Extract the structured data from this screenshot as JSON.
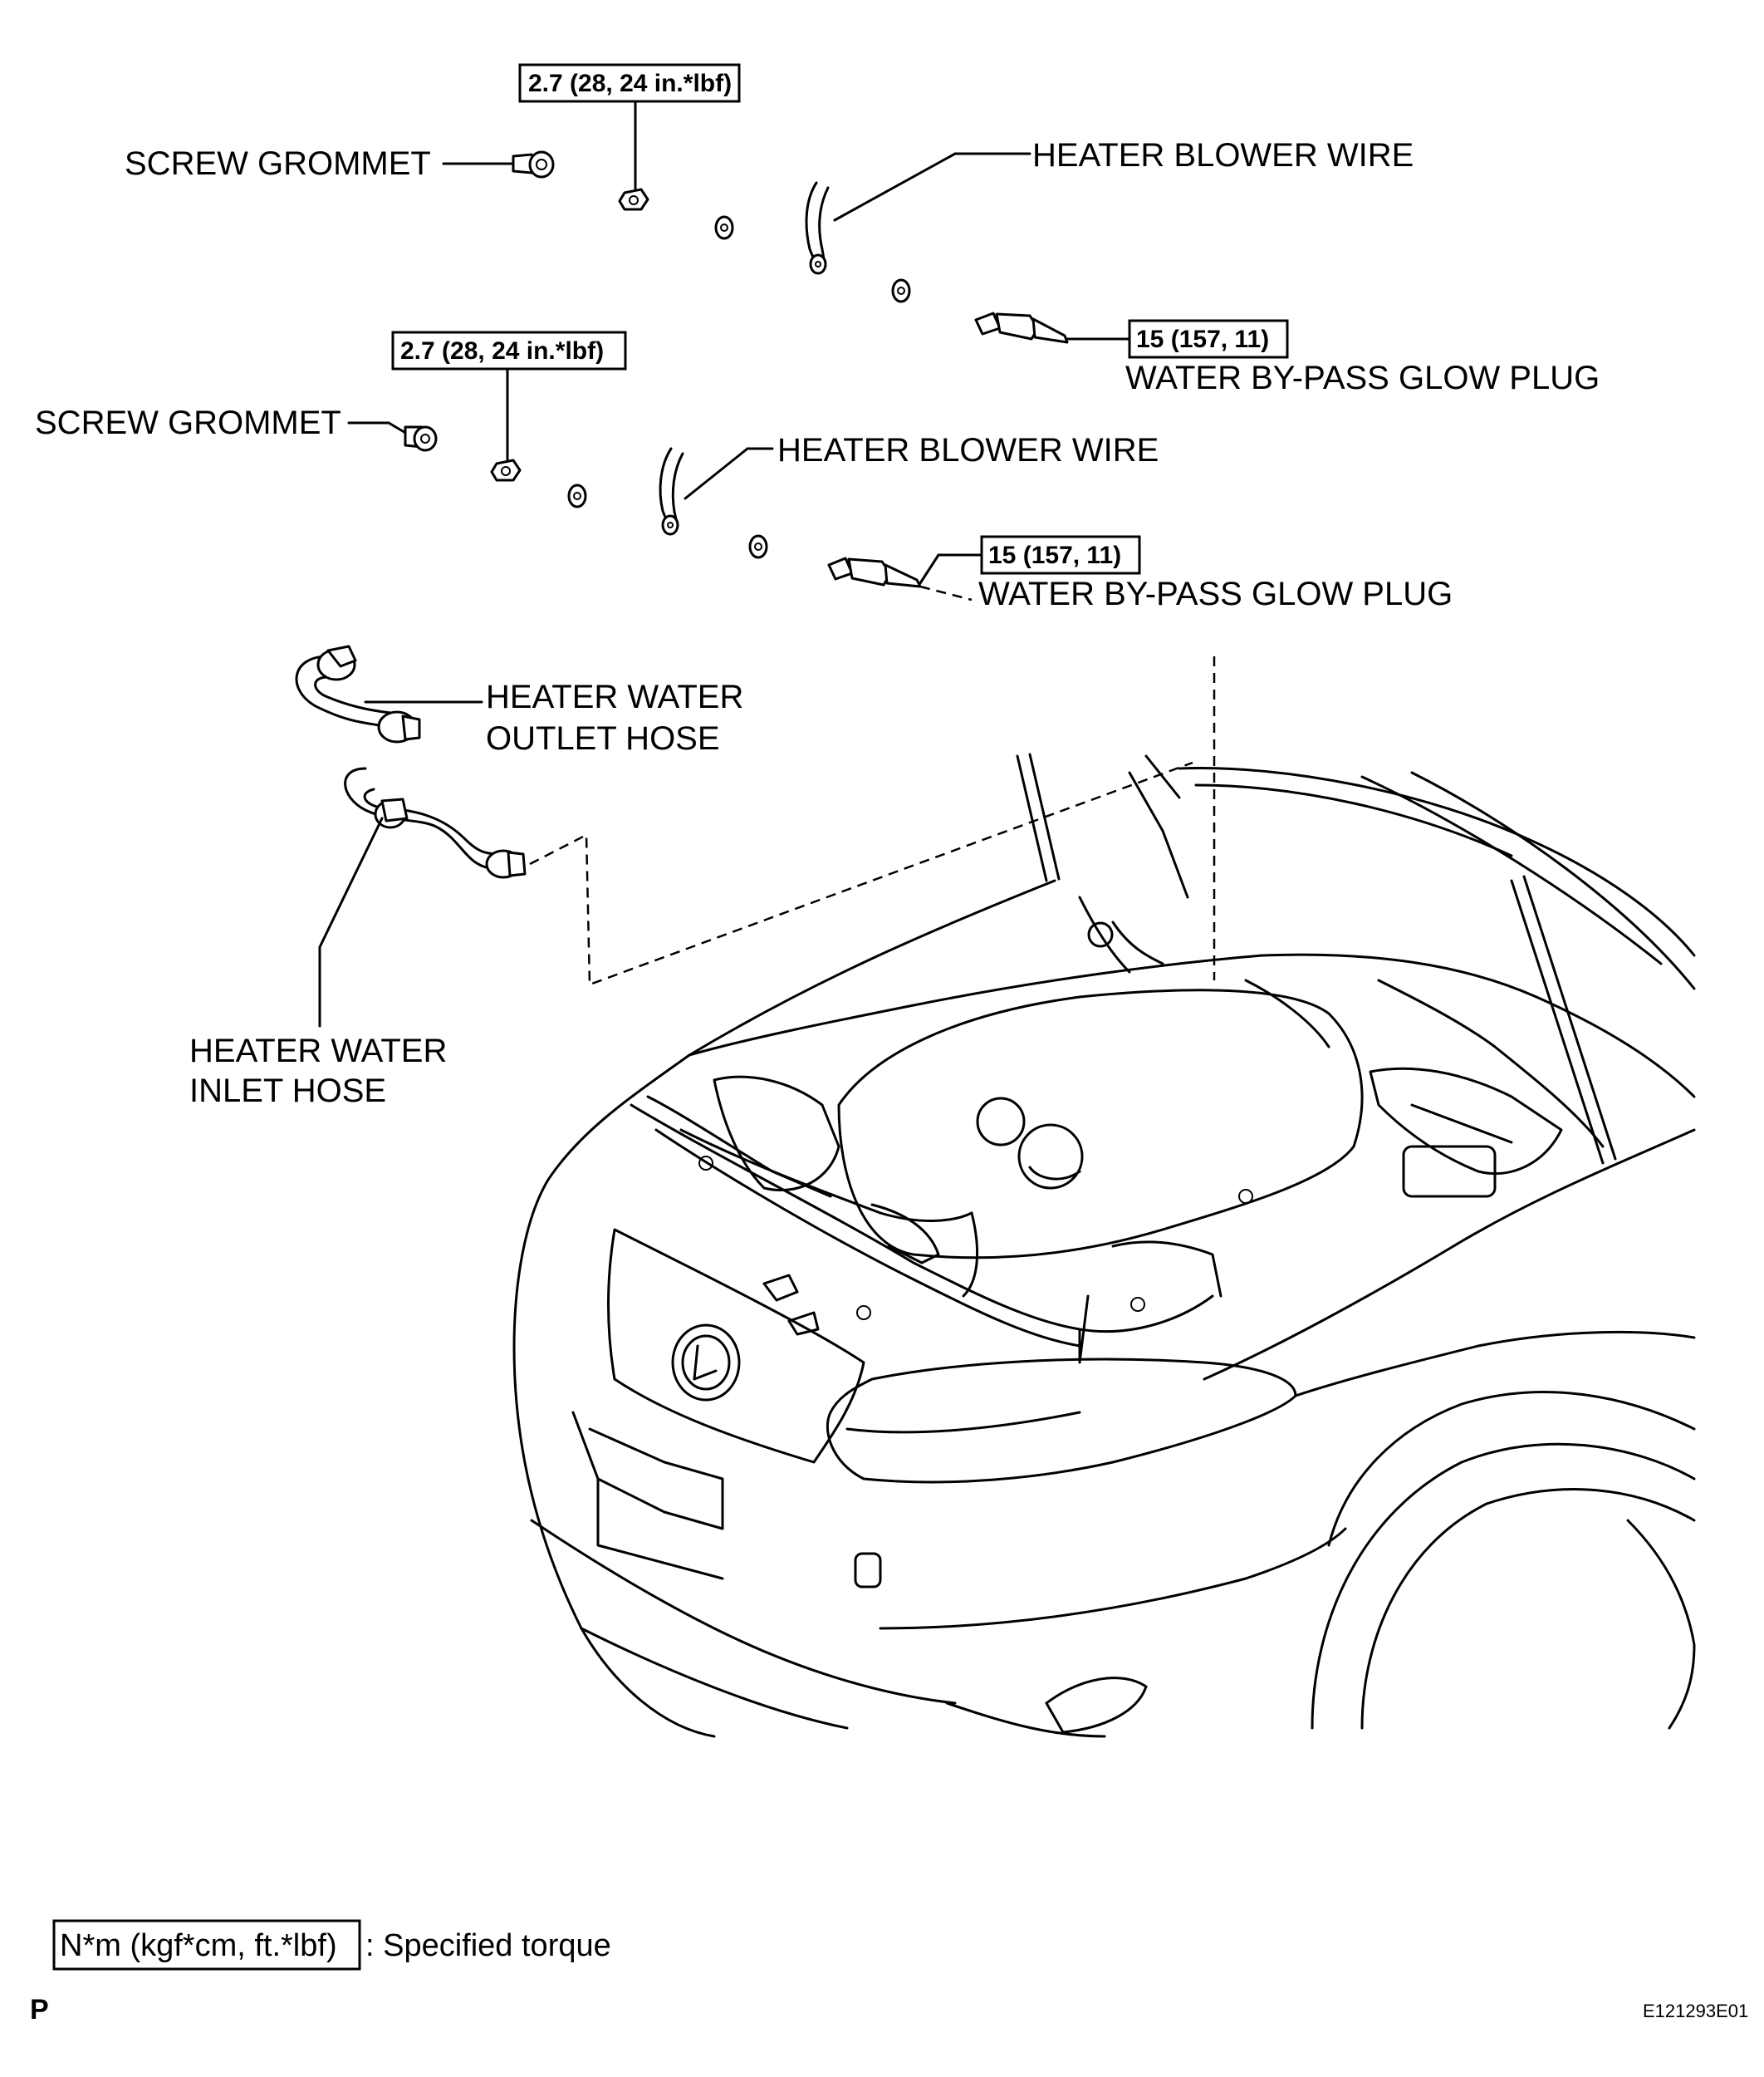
{
  "labels": {
    "screw_grommet_1": "SCREW GROMMET",
    "screw_grommet_2": "SCREW GROMMET",
    "heater_blower_wire_1": "HEATER BLOWER WIRE",
    "heater_blower_wire_2": "HEATER BLOWER WIRE",
    "glow_plug_1": "WATER BY-PASS GLOW PLUG",
    "glow_plug_2": "WATER BY-PASS GLOW PLUG",
    "outlet_hose_line1": "HEATER WATER",
    "outlet_hose_line2": "OUTLET HOSE",
    "inlet_hose_line1": "HEATER WATER",
    "inlet_hose_line2": "INLET HOSE"
  },
  "torques": {
    "grommet_nut_1": "2.7 (28, 24 in.*lbf)",
    "grommet_nut_2": "2.7 (28, 24 in.*lbf)",
    "glow_plug_1": "15 (157, 11)",
    "glow_plug_2": "15 (157, 11)"
  },
  "legend": {
    "unit_box": "N*m (kgf*cm, ft.*lbf)",
    "description": ": Specified torque"
  },
  "footer": {
    "corner_mark": "P",
    "figure_id": "E121293E01"
  }
}
